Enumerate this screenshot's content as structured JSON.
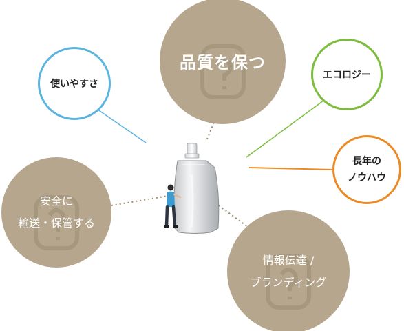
{
  "bubbles": {
    "quality": {
      "label": "品質を保つ"
    },
    "safety": {
      "line1": "安全に",
      "line2": "輸送・保管する"
    },
    "brand": {
      "line1": "情報伝達 /",
      "line2": "ブランディング"
    },
    "ease": {
      "label": "使いやすさ",
      "color": "#5bb4e0"
    },
    "eco": {
      "label": "エコロジー",
      "color": "#7cbd3c"
    },
    "longevity": {
      "line1": "長年の",
      "line2": "ノウハウ",
      "color": "#ec8a26"
    }
  },
  "colors": {
    "filled_bubble": "#b5a68d",
    "dotted_connector": "#a08c6e"
  }
}
